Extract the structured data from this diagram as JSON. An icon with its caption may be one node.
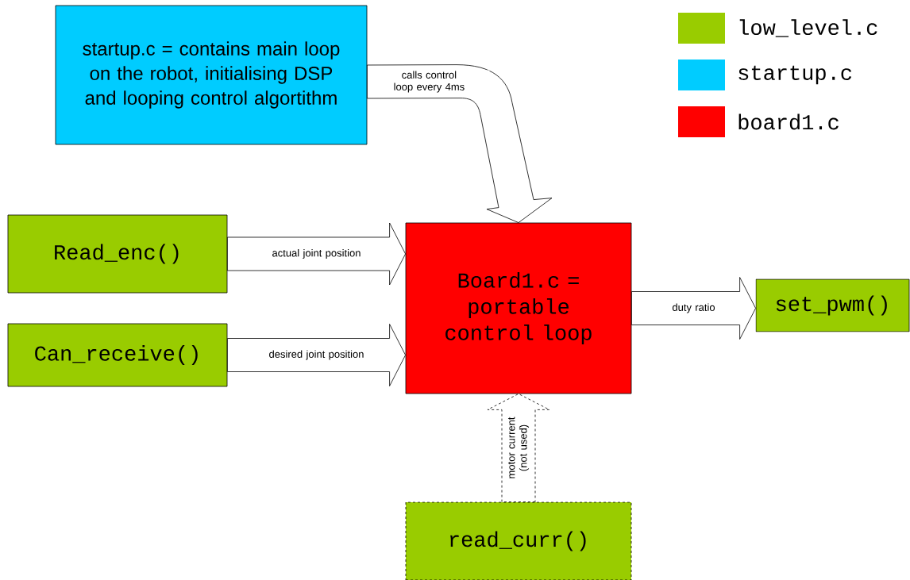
{
  "diagram": {
    "nodes": [
      {
        "text": [
          "startup.c = contains main loop on the robot, initialising DSP and looping control algortithm"
        ]
      },
      {
        "text": [
          "Read_enc()"
        ]
      },
      {
        "text": [
          "Can_receive()"
        ]
      },
      {
        "text": [
          "Board1.c = portable control loop"
        ]
      },
      {
        "text": [
          "set_pwm()"
        ]
      },
      {
        "text": [
          "read_curr()"
        ]
      }
    ],
    "edges": [
      {
        "from": 0,
        "to": 3,
        "arrow": "to",
        "label": "calls control loop every 4ms"
      },
      {
        "from": 1,
        "to": 3,
        "arrow": "to",
        "label": "actual joint position"
      },
      {
        "from": 2,
        "to": 3,
        "arrow": "to",
        "label": "desired joint position"
      },
      {
        "from": 3,
        "to": 4,
        "arrow": "to",
        "label": "duty ratio"
      },
      {
        "from": 5,
        "to": 3,
        "arrow": "to",
        "label": "motor current (not used)",
        "style": "dashed"
      }
    ],
    "legend": [
      {
        "text": "low_level.c",
        "color": "#99cc00"
      },
      {
        "text": "startup.c",
        "color": "#00ccff"
      },
      {
        "text": "board1.c",
        "color": "#ff0000"
      }
    ]
  }
}
